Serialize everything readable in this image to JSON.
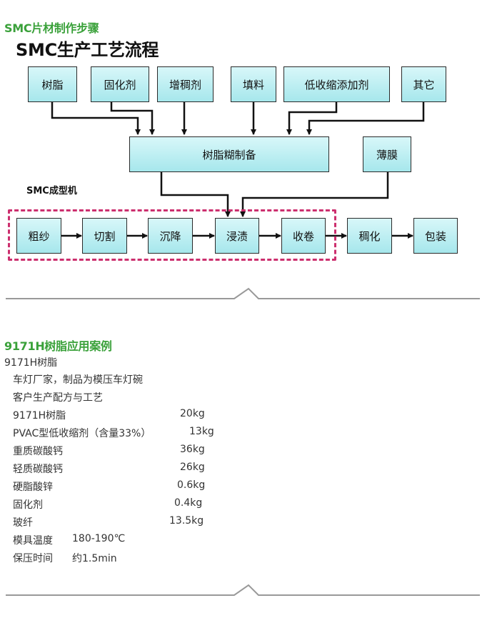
{
  "section1": {
    "title": "SMC片材制作步骤"
  },
  "diagram": {
    "title": "SMC生产工艺流程",
    "inputs": [
      "树脂",
      "固化剂",
      "增稠剂",
      "填料",
      "低收缩添加剂",
      "其它"
    ],
    "mix": "树脂糊制备",
    "film": "薄膜",
    "machine_label": "SMC成型机",
    "line": [
      "粗纱",
      "切割",
      "沉降",
      "浸渍",
      "收卷"
    ],
    "post": [
      "稠化",
      "包装"
    ],
    "frame_color": "#cc2f6e",
    "box_color": "#a6e7ec"
  },
  "section2": {
    "title": "9171H树脂应用案例",
    "product": "9171H树脂",
    "case": "车灯厂家，制品为模压车灯碗",
    "subtitle": "客户生产配方与工艺",
    "ingredients": [
      {
        "name": "9171H树脂",
        "amount": "20kg"
      },
      {
        "name": "PVAC型低收缩剂（含量33%）",
        "amount": "13kg"
      },
      {
        "name": "重质碳酸钙",
        "amount": "36kg"
      },
      {
        "name": "轻质碳酸钙",
        "amount": "26kg"
      },
      {
        "name": "硬脂酸锌",
        "amount": "0.6kg"
      },
      {
        "name": "固化剂",
        "amount": "0.4kg"
      },
      {
        "name": "玻纤",
        "amount": "13.5kg"
      }
    ],
    "process": [
      {
        "name": "模具温度",
        "value": "180-190℃"
      },
      {
        "name": "保压时间",
        "value": "约1.5min"
      }
    ]
  }
}
